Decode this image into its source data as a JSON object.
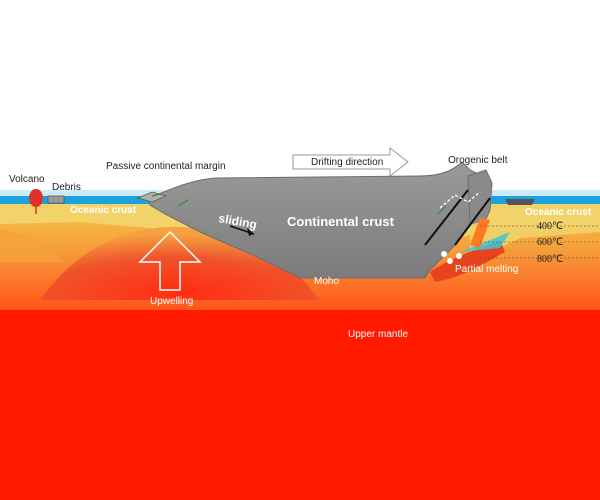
{
  "labels": {
    "volcano": "Volcano",
    "debris": "Debris",
    "passive_margin": "Passive continental margin",
    "drifting": "Drifting direction",
    "orogenic_belt": "Orogenic belt",
    "oceanic_crust_left": "Oceanic crust",
    "oceanic_crust_right": "Oceanic crust",
    "sliding": "sliding",
    "continental_crust": "Continental crust",
    "temp_400": "400℃",
    "temp_600": "600℃",
    "temp_800": "800℃",
    "partial_melting": "Partial melting",
    "moho": "Moho",
    "upwelling": "Upwelling",
    "upper_mantle": "Upper mantle"
  },
  "colors": {
    "ocean": "#1aa3dc",
    "crust_sediment": "#f2d36a",
    "continental_crust": "#8c8c8c",
    "mantle": "#ff1a00",
    "upwelling_plume": "#e8431f",
    "volcano": "#e0302a",
    "partial_melt": "#3ec6d8"
  }
}
